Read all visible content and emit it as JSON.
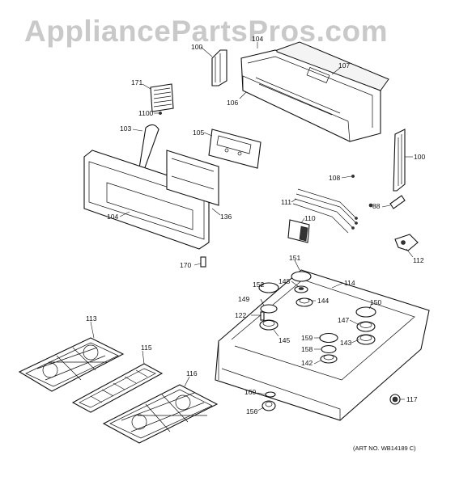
{
  "watermark": "AppliancePartsPros.com",
  "art_no": "(ART NO. WB14189 C)",
  "callouts": {
    "c100a": "100",
    "c104a": "104",
    "c107": "107",
    "c106": "106",
    "c171": "171",
    "c1100": "1100",
    "c103": "103",
    "c105": "105",
    "c100b": "100",
    "c108": "108",
    "c104b": "104",
    "c136": "136",
    "c111": "111",
    "c88": "88",
    "c110": "110",
    "c112": "112",
    "c170": "170",
    "c151": "151",
    "c148": "148",
    "c114": "114",
    "c152": "152",
    "c149": "149",
    "c144": "144",
    "c150": "150",
    "c122": "122",
    "c147": "147",
    "c145": "145",
    "c159": "159",
    "c143": "143",
    "c158": "158",
    "c113": "113",
    "c115": "115",
    "c142": "142",
    "c116": "116",
    "c160": "160",
    "c117": "117",
    "c156": "156"
  }
}
